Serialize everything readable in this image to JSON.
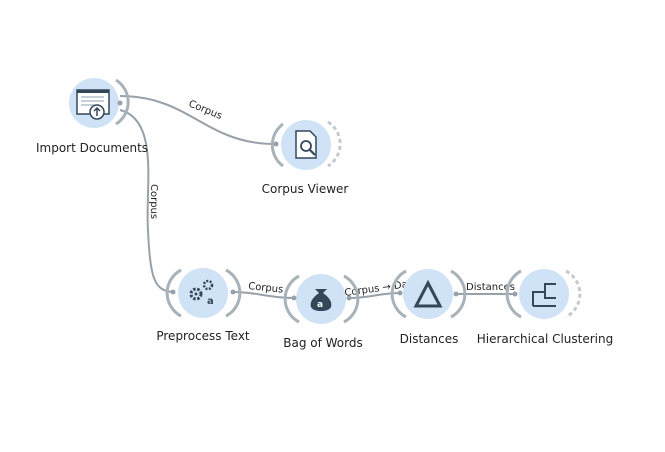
{
  "nodes": {
    "import_documents": {
      "label": "Import Documents"
    },
    "corpus_viewer": {
      "label": "Corpus Viewer"
    },
    "preprocess_text": {
      "label": "Preprocess Text"
    },
    "bag_of_words": {
      "label": "Bag of Words"
    },
    "distances": {
      "label": "Distances"
    },
    "hierarchical_clustering": {
      "label": "Hierarchical Clustering"
    }
  },
  "links": {
    "import_to_viewer": "Corpus",
    "import_to_preprocess": "Corpus",
    "preprocess_to_bow": "Corpus",
    "bow_to_distances": "Corpus → Data",
    "distances_to_clustering": "Distances"
  },
  "colors": {
    "node_fill": "#cfe2f6",
    "node_fill_inner": "#dce9f7",
    "link": "#96a1a9",
    "arc": "#a8b2b9"
  }
}
